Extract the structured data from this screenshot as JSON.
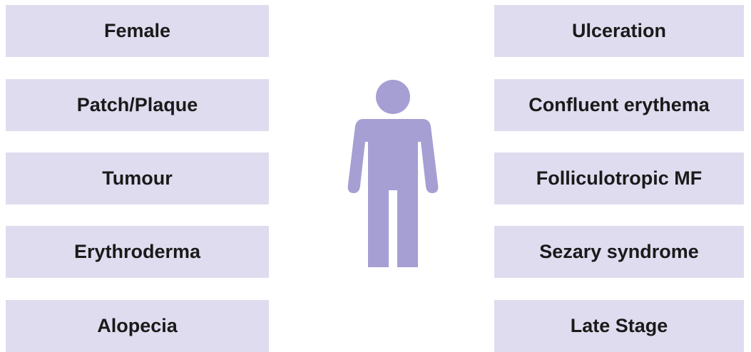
{
  "left_items": [
    {
      "label": "Female"
    },
    {
      "label": "Patch/Plaque"
    },
    {
      "label": "Tumour"
    },
    {
      "label": "Erythroderma"
    },
    {
      "label": "Alopecia"
    }
  ],
  "right_items": [
    {
      "label": "Ulceration"
    },
    {
      "label": "Confluent erythema"
    },
    {
      "label": "Folliculotropic MF"
    },
    {
      "label": "Sezary syndrome"
    },
    {
      "label": "Late Stage"
    }
  ],
  "figure": {
    "icon": "person-icon",
    "color": "#a59fd3"
  },
  "colors": {
    "box_fill": "#dfdcef",
    "text": "#1a1a1a"
  }
}
